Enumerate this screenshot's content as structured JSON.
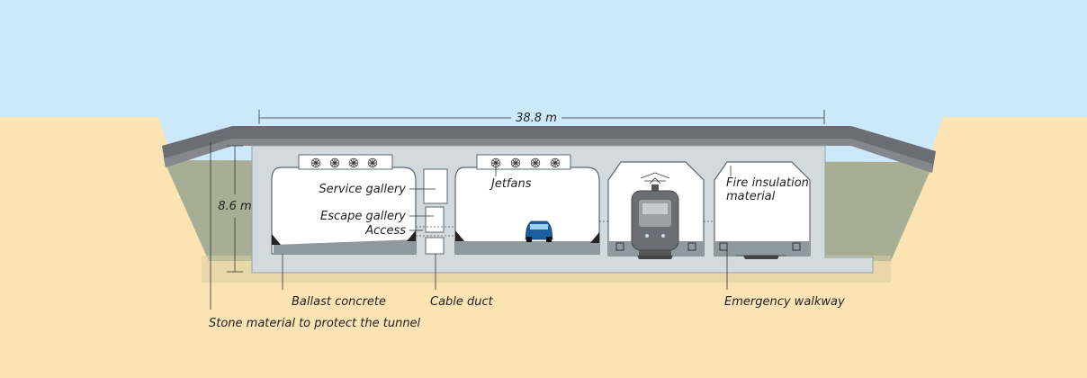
{
  "dimensions": {
    "width": "38.8 m",
    "height": "8.6 m"
  },
  "labels": {
    "service_gallery": "Service gallery",
    "escape_gallery": "Escape gallery",
    "access": "Access",
    "jetfans": "Jetfans",
    "fire_insulation_line1": "Fire insulation",
    "fire_insulation_line2": "material",
    "ballast_concrete": "Ballast concrete",
    "cable_duct": "Cable duct",
    "emergency_walkway": "Emergency walkway",
    "stone_material": "Stone material to protect the tunnel"
  },
  "colors": {
    "sky": "#cbe9fb",
    "sand": "#fbe3b4",
    "backfill": "#a7ae94",
    "roof_stone": "#6b6d74",
    "concrete": "#d3dade",
    "tube_interior": "#ffffff",
    "car": "#1a5fa0",
    "tram": "#6b6f75"
  }
}
